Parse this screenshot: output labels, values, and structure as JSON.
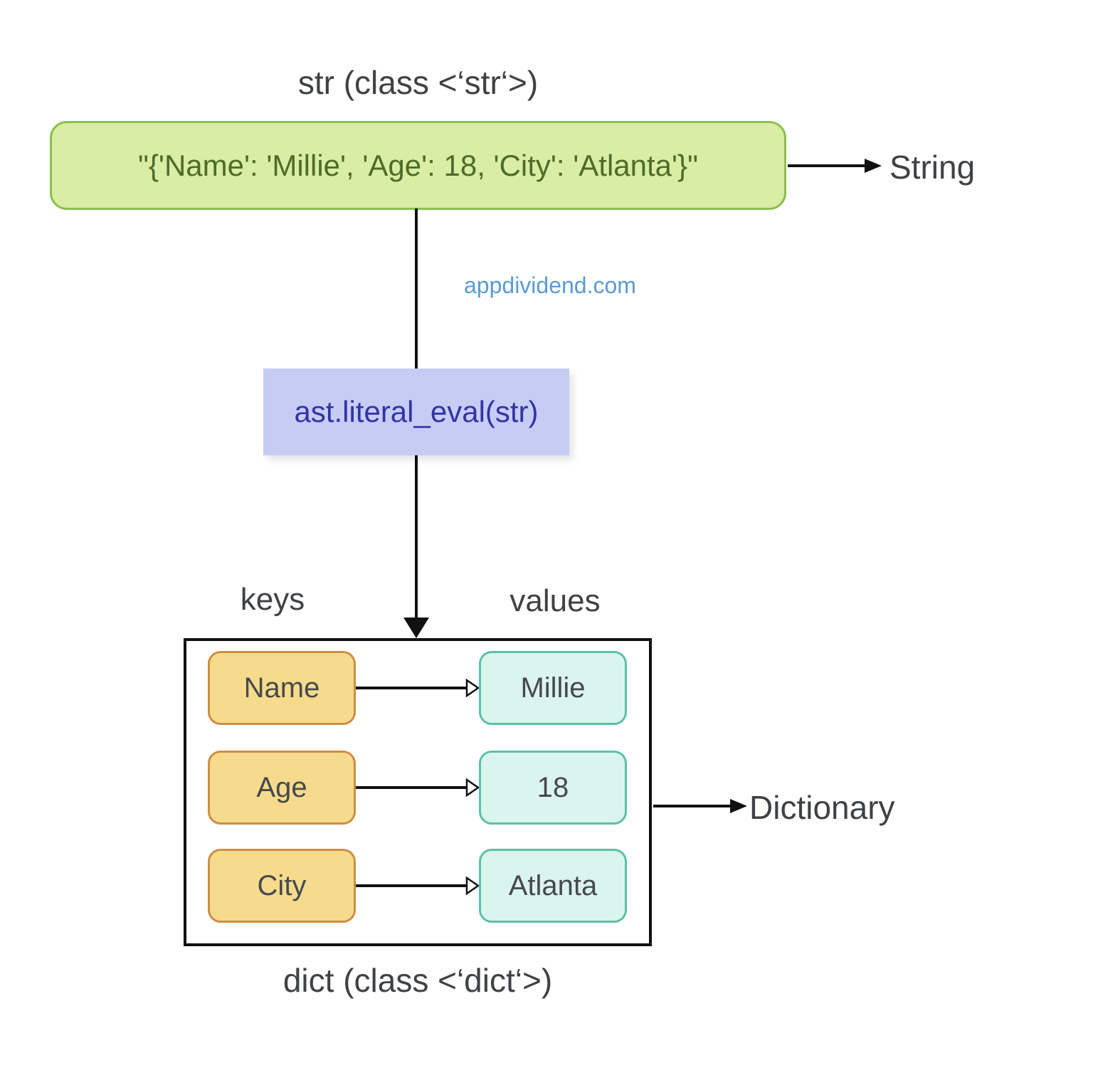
{
  "title_top": "str (class <‘str‘>)",
  "string_box": {
    "text": "\"{'Name': 'Millie', 'Age': 18, 'City': 'Atlanta'}\""
  },
  "string_label": "String",
  "watermark": "appdividend.com",
  "function_box": {
    "text": "ast.literal_eval(str)"
  },
  "keys_label": "keys",
  "values_label": "values",
  "dict": {
    "rows": [
      {
        "key": "Name",
        "value": "Millie"
      },
      {
        "key": "Age",
        "value": "18"
      },
      {
        "key": "City",
        "value": "Atlanta"
      }
    ]
  },
  "dictionary_label": "Dictionary",
  "title_bottom": "dict (class <‘dict‘>)",
  "icons": {
    "right_arrow": "right-arrow-icon",
    "down_arrow": "down-arrow-icon",
    "open_right_arrow": "open-right-arrow-icon"
  },
  "colors": {
    "canvas_bg": "#ffffff",
    "text_dark": "#3f4245",
    "green_fill": "#d9eda4",
    "green_border": "#8cbf4e",
    "green_text": "#4e6b29",
    "purple_fill": "#c7ccf4",
    "purple_text": "#3134a4",
    "orange_fill": "#f6db8d",
    "orange_border": "#ce8e43",
    "teal_fill": "#daf5ed",
    "teal_border": "#5cc0aa",
    "node_text": "#47494b",
    "watermark_blue": "#5b9bd5",
    "line_black": "#111111"
  }
}
